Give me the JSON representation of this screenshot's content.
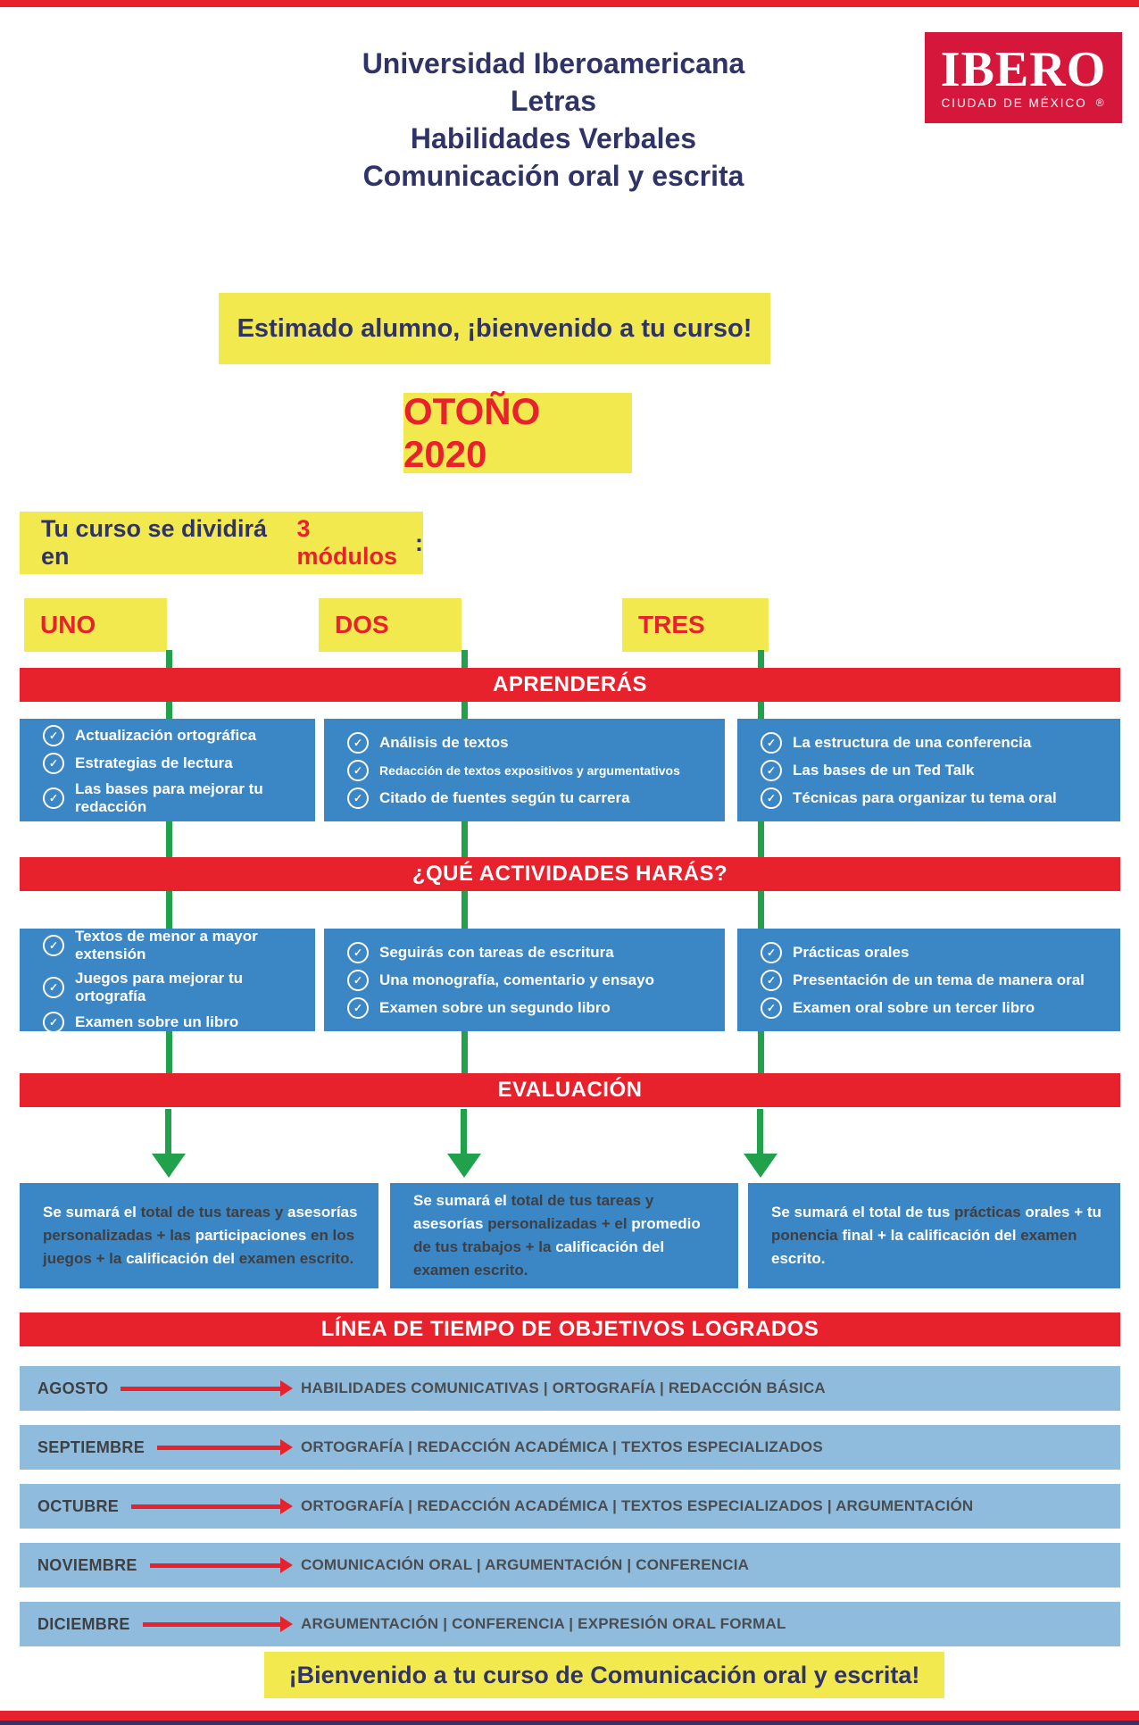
{
  "header": {
    "title_lines": [
      "Universidad Iberoamericana",
      "Letras",
      "Habilidades Verbales",
      "Comunicación oral y escrita"
    ]
  },
  "logo": {
    "name": "IBERO",
    "city": "CIUDAD DE MÉXICO",
    "registered": "®"
  },
  "welcome": {
    "text": "Estimado alumno, ¡bienvenido a tu curso!"
  },
  "term": {
    "text": "OTOÑO 2020"
  },
  "divider": {
    "prefix": "Tu curso se dividirá en ",
    "highlight": "3 módulos",
    "suffix": ":"
  },
  "bands": {
    "learn": "APRENDERÁS",
    "activities": "¿QUÉ ACTIVIDADES HARÁS?",
    "evaluation": "EVALUACIÓN",
    "timeline": "LÍNEA DE TIEMPO DE OBJETIVOS LOGRADOS"
  },
  "modules": [
    {
      "name": "UNO",
      "learn": [
        "Actualización ortográfica",
        "Estrategias de lectura",
        "Las bases para mejorar tu redacción"
      ],
      "activities": [
        "Textos de menor a mayor extensión",
        "Juegos para mejorar tu ortografía",
        "Examen sobre un libro"
      ]
    },
    {
      "name": "DOS",
      "learn": [
        "Análisis de textos",
        "Redacción de textos expositivos y argumentativos",
        "Citado de fuentes según tu carrera"
      ],
      "activities": [
        "Seguirás con tareas de escritura",
        "Una monografía, comentario y ensayo",
        "Examen sobre un segundo libro"
      ]
    },
    {
      "name": "TRES",
      "learn": [
        "La estructura de una conferencia",
        "Las bases de un Ted Talk",
        "Técnicas para organizar tu tema oral"
      ],
      "activities": [
        "Prácticas orales",
        "Presentación de un tema de manera oral",
        "Examen oral sobre un tercer libro"
      ]
    }
  ],
  "evaluation": {
    "boxes": [
      {
        "segments": [
          {
            "cls": "w",
            "text": "Se sumará el "
          },
          {
            "cls": "d",
            "text": "total de tus tareas y "
          },
          {
            "cls": "w",
            "text": "asesorías "
          },
          {
            "cls": "d",
            "text": "personalizadas + las "
          },
          {
            "cls": "w",
            "text": "participaciones "
          },
          {
            "cls": "d",
            "text": "en los juegos + la "
          },
          {
            "cls": "w",
            "text": "calificación del "
          },
          {
            "cls": "d",
            "text": "examen escrito."
          }
        ]
      },
      {
        "segments": [
          {
            "cls": "w",
            "text": "Se sumará el "
          },
          {
            "cls": "d",
            "text": "total de tus tareas y "
          },
          {
            "cls": "w",
            "text": "asesorías "
          },
          {
            "cls": "d",
            "text": "personalizadas + el "
          },
          {
            "cls": "w",
            "text": "promedio "
          },
          {
            "cls": "d",
            "text": "de tus trabajos + la "
          },
          {
            "cls": "w",
            "text": "calificación del "
          },
          {
            "cls": "d",
            "text": "examen escrito."
          }
        ]
      },
      {
        "segments": [
          {
            "cls": "w",
            "text": "Se sumará el total de tus "
          },
          {
            "cls": "d",
            "text": "prácticas "
          },
          {
            "cls": "w",
            "text": "orales + tu "
          },
          {
            "cls": "d",
            "text": "ponencia "
          },
          {
            "cls": "w",
            "text": "final + la calificación del "
          },
          {
            "cls": "d",
            "text": "examen "
          },
          {
            "cls": "w",
            "text": "escrito."
          }
        ]
      }
    ]
  },
  "timeline": {
    "rows": [
      {
        "month": "AGOSTO",
        "objectives": "HABILIDADES COMUNICATIVAS | ORTOGRAFÍA | REDACCIÓN BÁSICA"
      },
      {
        "month": "SEPTIEMBRE",
        "objectives": "ORTOGRAFÍA | REDACCIÓN ACADÉMICA | TEXTOS ESPECIALIZADOS"
      },
      {
        "month": "OCTUBRE",
        "objectives": "ORTOGRAFÍA | REDACCIÓN ACADÉMICA | TEXTOS ESPECIALIZADOS | ARGUMENTACIÓN"
      },
      {
        "month": "NOVIEMBRE",
        "objectives": "COMUNICACIÓN ORAL | ARGUMENTACIÓN | CONFERENCIA"
      },
      {
        "month": "DICIEMBRE",
        "objectives": "ARGUMENTACIÓN | CONFERENCIA | EXPRESIÓN ORAL FORMAL"
      }
    ]
  },
  "footer": {
    "text": "¡Bienvenido a tu curso de Comunicación oral y escrita!"
  },
  "colors": {
    "accent_red": "#E8222D",
    "logo_red": "#D5173B",
    "banner_yellow": "#F2E94E",
    "navy": "#2F3367",
    "box_blue": "#3B86C5",
    "timeline_blue": "#8FBCDD",
    "connector_green": "#21A14B",
    "dark_text": "#3F3F42"
  }
}
